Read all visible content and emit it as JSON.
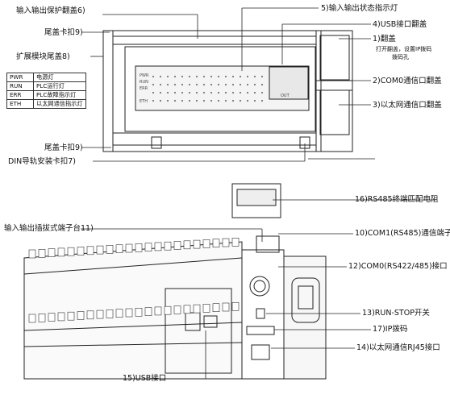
{
  "top_labels": {
    "input_output_cover": "输入输出保护翻盖",
    "tail_cover_clip_top": "尾盖卡扣",
    "expansion_cover": "扩展模块尾盖",
    "tail_cover_clip_bottom": "尾盖卡扣",
    "din_clip": "DIN导轨安装卡扣",
    "status_lights": "输入输出状态指示灯",
    "usb_cover": "USB接口翻盖",
    "flip_cover": "翻盖",
    "flip_cover_note_1": "打开翻盖，设置IP拨码",
    "flip_cover_note_2": "拨码孔",
    "com0_cover": "COM0通信口翻盖",
    "eth_cover": "以太网通信口翻盖"
  },
  "numbers": {
    "n5": "5)",
    "n9a": "9)",
    "n8": "8)",
    "n9b": "9)",
    "n7": "7)",
    "n6": "6)",
    "n4": "4)",
    "n1": "1)",
    "n2": "2)",
    "n3": "3)",
    "n16": "16)",
    "n11": "11)",
    "n10": "10)",
    "n12": "12)",
    "n13": "13)",
    "n17": "17)",
    "n14": "14)",
    "n15": "15)"
  },
  "indicator_table": [
    {
      "code": "PWR",
      "desc": "电源灯"
    },
    {
      "code": "RUN",
      "desc": "PLC运行灯"
    },
    {
      "code": "ERR",
      "desc": "PLC故障指示灯"
    },
    {
      "code": "ETH",
      "desc": "以太网通信指示灯"
    }
  ],
  "device_marks": {
    "led_pwr": "PWR",
    "led_run": "RUN",
    "led_err": "ERR",
    "led_eth": "ETH",
    "out_word": "OUT"
  },
  "bottom_labels": {
    "rs485_resistor": "RS485终端匹配电阻",
    "io_terminal": "输入输出插拔式端子台",
    "com1": "COM1(RS485)通信端子",
    "com0": "COM0(RS422/485)接口",
    "run_stop": "RUN-STOP开关",
    "ip_dip": "IP拨码",
    "eth_port": "以太网通信RJ45接口",
    "usb_port": "USB接口"
  }
}
